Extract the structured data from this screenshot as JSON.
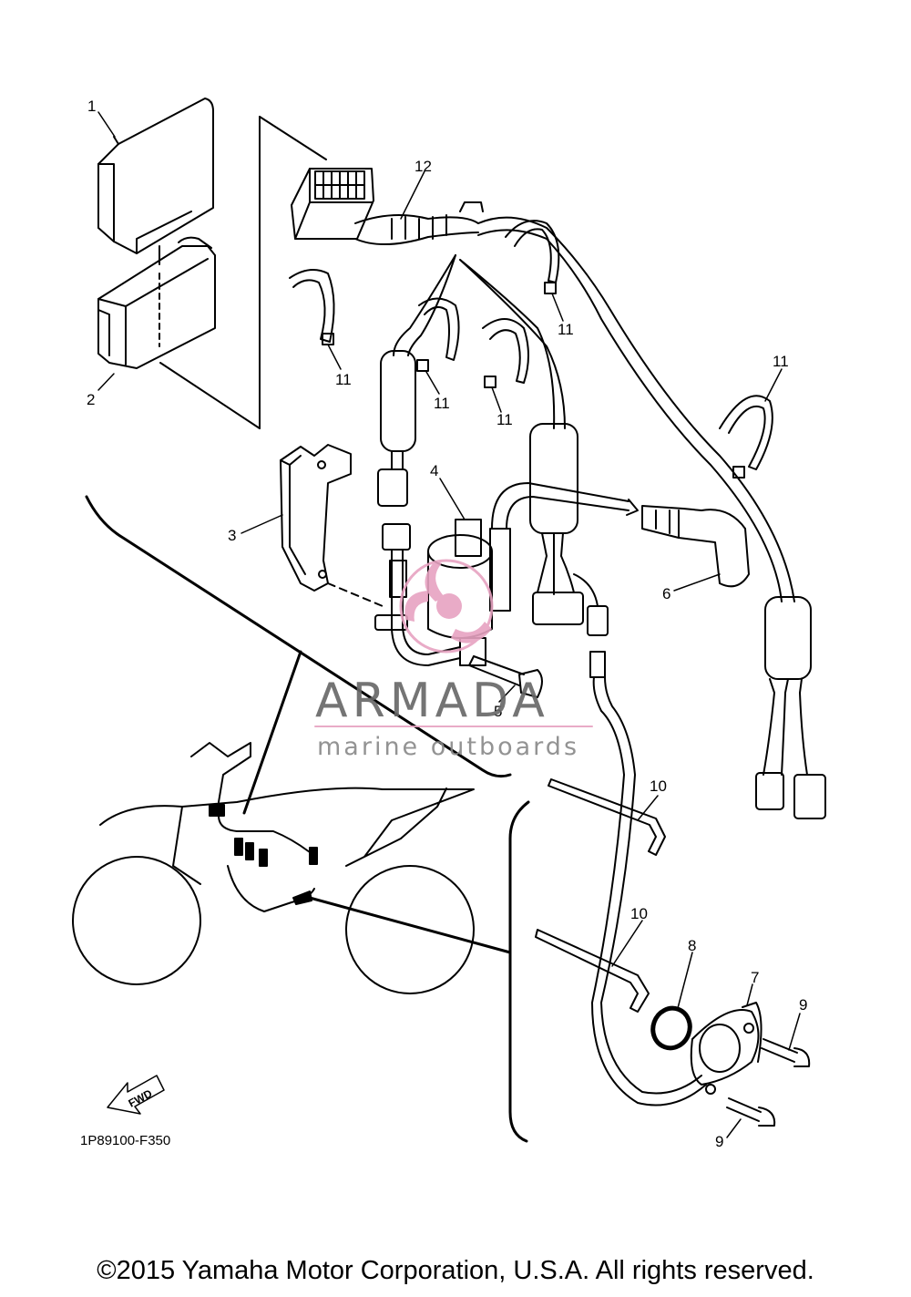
{
  "callouts": {
    "c1": "1",
    "c2": "2",
    "c3": "3",
    "c4": "4",
    "c5": "5",
    "c6": "6",
    "c7": "7",
    "c8": "8",
    "c9a": "9",
    "c9b": "9",
    "c10a": "10",
    "c10b": "10",
    "c11a": "11",
    "c11b": "11",
    "c11c": "11",
    "c11d": "11",
    "c11e": "11",
    "c12": "12"
  },
  "part_code": "1P89100-F350",
  "fwd_label": "FWD",
  "watermark": {
    "title": "ARMADA",
    "subtitle": "marine outboards",
    "color": "#e7a3c1"
  },
  "copyright": "©2015 Yamaha Motor Corporation, U.S.A. All rights reserved."
}
